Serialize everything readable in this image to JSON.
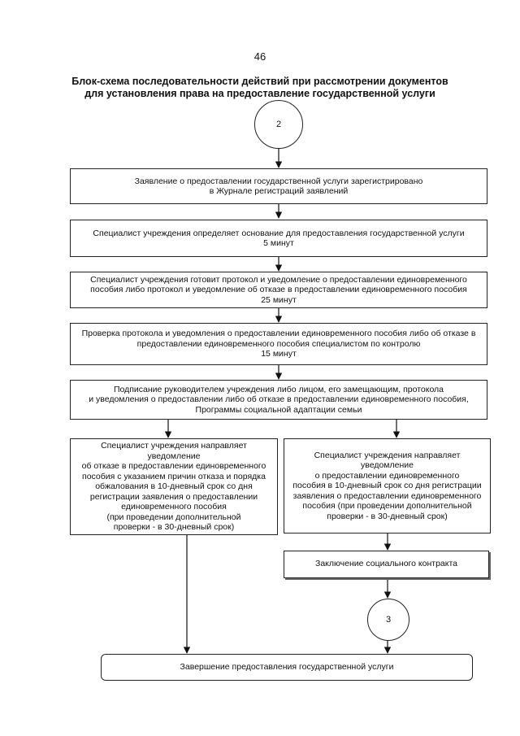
{
  "page_number": "46",
  "title": {
    "line1": "Блок-схема последовательности действий при рассмотрении документов",
    "line2": "для установления права на предоставление государственной услуги"
  },
  "connector_top": "2",
  "connector_bottom": "3",
  "steps": {
    "registered": {
      "lines": [
        "Заявление о предоставлении государственной услуги зарегистрировано",
        "в Журнале регистраций заявлений"
      ]
    },
    "basis": {
      "lines": [
        "Специалист учреждения определяет основание для предоставления государственной услуги",
        "5 минут"
      ]
    },
    "protocol": {
      "lines": [
        "Специалист учреждения готовит протокол и уведомление о предоставлении единовременного",
        "пособия либо протокол и уведомление об отказе в предоставлении единовременного пособия",
        "25 минут"
      ]
    },
    "check": {
      "lines": [
        "Проверка протокола и уведомления о предоставлении единовременного пособия либо об отказе в",
        "предоставлении единовременного пособия специалистом по контролю",
        "15 минут"
      ]
    },
    "signing": {
      "lines": [
        "Подписание руководителем учреждения либо лицом, его замещающим, протокола",
        "и уведомления о предоставлении либо об отказе в предоставлении единовременного пособия,",
        "Программы социальной адаптации семьи"
      ]
    },
    "refusal": {
      "lines": [
        "Специалист учреждения направляет уведомление",
        "об отказе в предоставлении единовременного",
        "пособия с указанием причин отказа и порядка",
        "обжалования в 10-дневный срок со дня",
        "регистрации заявления о предоставлении",
        "единовременного пособия",
        "(при проведении дополнительной",
        "проверки - в 30-дневный срок)"
      ]
    },
    "approval": {
      "lines": [
        "Специалист учреждения направляет уведомление",
        "о предоставлении единовременного",
        "пособия  в 10-дневный срок со дня регистрации",
        "заявления о предоставлении единовременного",
        "пособия (при проведении дополнительной",
        "проверки - в 30-дневный срок)"
      ]
    },
    "contract": {
      "lines": [
        "Заключение социального контракта"
      ]
    },
    "completion": {
      "lines": [
        "Завершение предоставления государственной услуги"
      ]
    }
  }
}
